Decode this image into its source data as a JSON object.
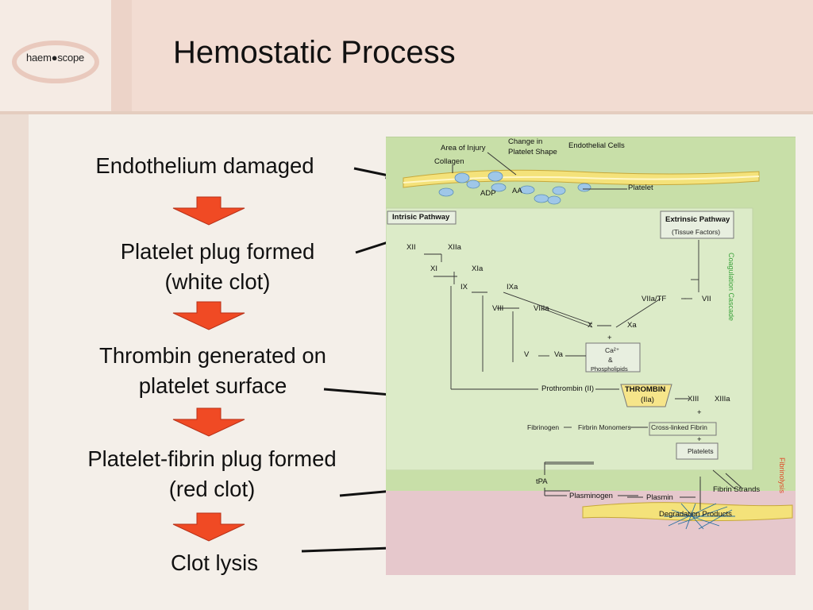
{
  "slide": {
    "title": "Hemostatic Process",
    "logo": "haem●scope"
  },
  "steps": [
    {
      "line1": "Endothelium damaged",
      "line2": ""
    },
    {
      "line1": "Platelet plug formed",
      "line2": "(white clot)"
    },
    {
      "line1": "Thrombin generated on",
      "line2": "platelet surface"
    },
    {
      "line1": "Platelet-fibrin plug formed",
      "line2": "(red clot)"
    },
    {
      "line1": "Clot lysis",
      "line2": ""
    }
  ],
  "diagram": {
    "top_labels": {
      "area_of_injury": "Area of Injury",
      "change_in": "Change in",
      "platelet_shape": "Platelet Shape",
      "endothelial_cells": "Endothelial Cells",
      "collagen": "Collagen",
      "adp": "ADP",
      "aa": "AA",
      "platelet": "Platelet"
    },
    "pathways": {
      "intrinsic": "Intrisic Pathway",
      "extrinsic": "Extrinsic Pathway",
      "tissue_factors": "(Tissue Factors)",
      "coagulation_cascade": "Coagulation Cascade",
      "fibrinolysis": "Fibrinolysis"
    },
    "factors": {
      "xii": "XII",
      "xiia": "XIIa",
      "xi": "XI",
      "xia": "XIa",
      "ix": "IX",
      "ixa": "IXa",
      "viii": "VIII",
      "viiia": "VIIIa",
      "viiatf": "VIIa/TF",
      "vii": "VII",
      "x": "X",
      "xa": "Xa",
      "v": "V",
      "va": "Va",
      "plus1": "+",
      "plus2": "+",
      "plus3": "+",
      "ca": "Ca²⁺",
      "amp": "&",
      "phospholipids": "Phospholipids",
      "prothrombin": "Prothrombin (II)",
      "thrombin": "THROMBIN",
      "thrombin_sub": "(IIa)",
      "xiii": "XIII",
      "xiiia": "XIIIa",
      "fibrinogen": "Fibrinogen",
      "fibrin_monomers": "Firbrin Monomers",
      "cross_linked": "Cross-linked Fibrin",
      "platelets": "Platelets"
    },
    "bottom_labels": {
      "tpa": "tPA",
      "plasminogen": "Plasminogen",
      "plasmin": "Plasmin",
      "fibrin_strands": "Fibrin Strands",
      "degradation": "Degradation Products"
    }
  },
  "colors": {
    "arrow_red": "#f04a24",
    "diagram_green": "#c8dfa8",
    "diagram_pink": "#e6c8cc",
    "thrombin_yellow": "#f6e58a",
    "cascade_text": "#3aa23a",
    "fibrinolysis_text": "#e04b2a"
  }
}
